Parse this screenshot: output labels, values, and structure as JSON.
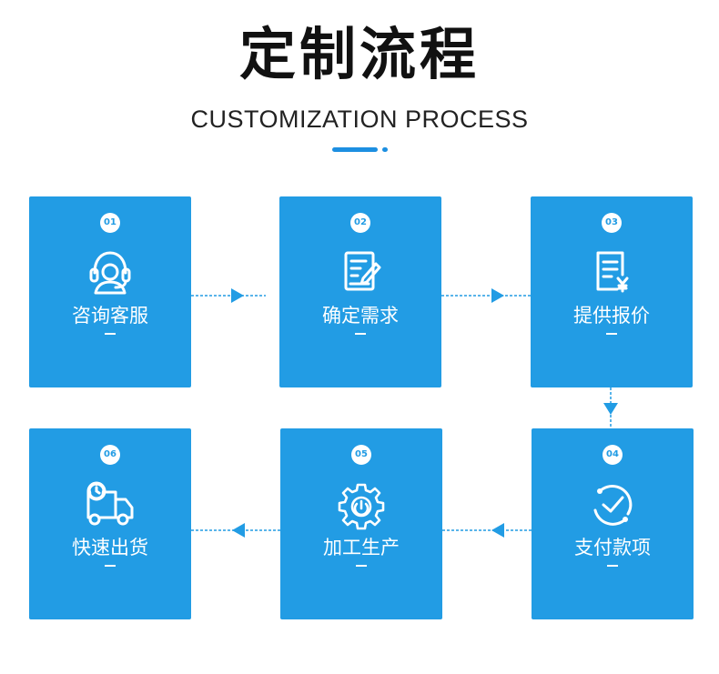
{
  "header": {
    "title": "定制流程",
    "subtitle": "CUSTOMIZATION PROCESS"
  },
  "colors": {
    "accent": "#1d8fe1",
    "card_background": "#229ce4",
    "title_text": "#111111",
    "subtitle_text": "#222222"
  },
  "steps": [
    {
      "number": "01",
      "label": "咨询客服",
      "icon": "headset-agent-icon"
    },
    {
      "number": "02",
      "label": "确定需求",
      "icon": "document-edit-icon"
    },
    {
      "number": "03",
      "label": "提供报价",
      "icon": "quote-document-yen-icon"
    },
    {
      "number": "04",
      "label": "支付款项",
      "icon": "payment-check-icon"
    },
    {
      "number": "05",
      "label": "加工生产",
      "icon": "gear-production-icon"
    },
    {
      "number": "06",
      "label": "快速出货",
      "icon": "delivery-truck-icon"
    }
  ],
  "connectors": [
    {
      "from": "01",
      "to": "02",
      "direction": "right"
    },
    {
      "from": "02",
      "to": "03",
      "direction": "right"
    },
    {
      "from": "03",
      "to": "04",
      "direction": "down"
    },
    {
      "from": "04",
      "to": "05",
      "direction": "left"
    },
    {
      "from": "05",
      "to": "06",
      "direction": "left"
    }
  ]
}
